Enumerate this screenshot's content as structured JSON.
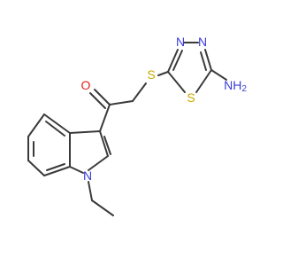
{
  "molecule": {
    "colors": {
      "bond": "#3a3a3a",
      "N": "#3b3bd9",
      "O": "#e0201b",
      "S": "#c7a900"
    },
    "labels": {
      "O": "O",
      "S_thioether": "S",
      "S_ring": "S",
      "N3": "N",
      "N4": "N",
      "NH2": "NH",
      "NH2_sub": "2",
      "N_indole": "N"
    }
  }
}
